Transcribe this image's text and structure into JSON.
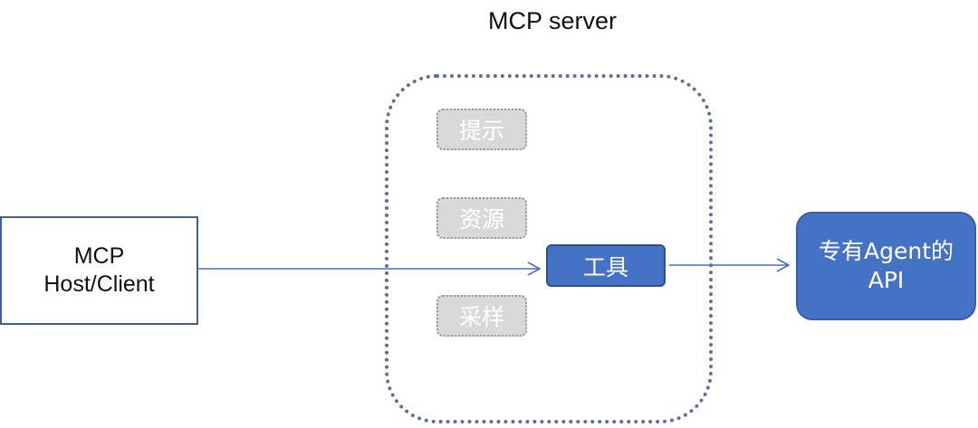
{
  "diagram": {
    "server": {
      "title": "MCP server"
    },
    "client": {
      "line1": "MCP",
      "line2": "Host/Client"
    },
    "features": {
      "prompts": "提示",
      "resources": "资源",
      "tools": "工具",
      "sampling": "采样"
    },
    "api": {
      "line1": "专有Agent的",
      "line2": "API"
    },
    "colors": {
      "accent": "#4472c4",
      "arrow": "#4a6fc0",
      "inactive": "#d9d9d9",
      "border": "#5b6f99"
    }
  }
}
